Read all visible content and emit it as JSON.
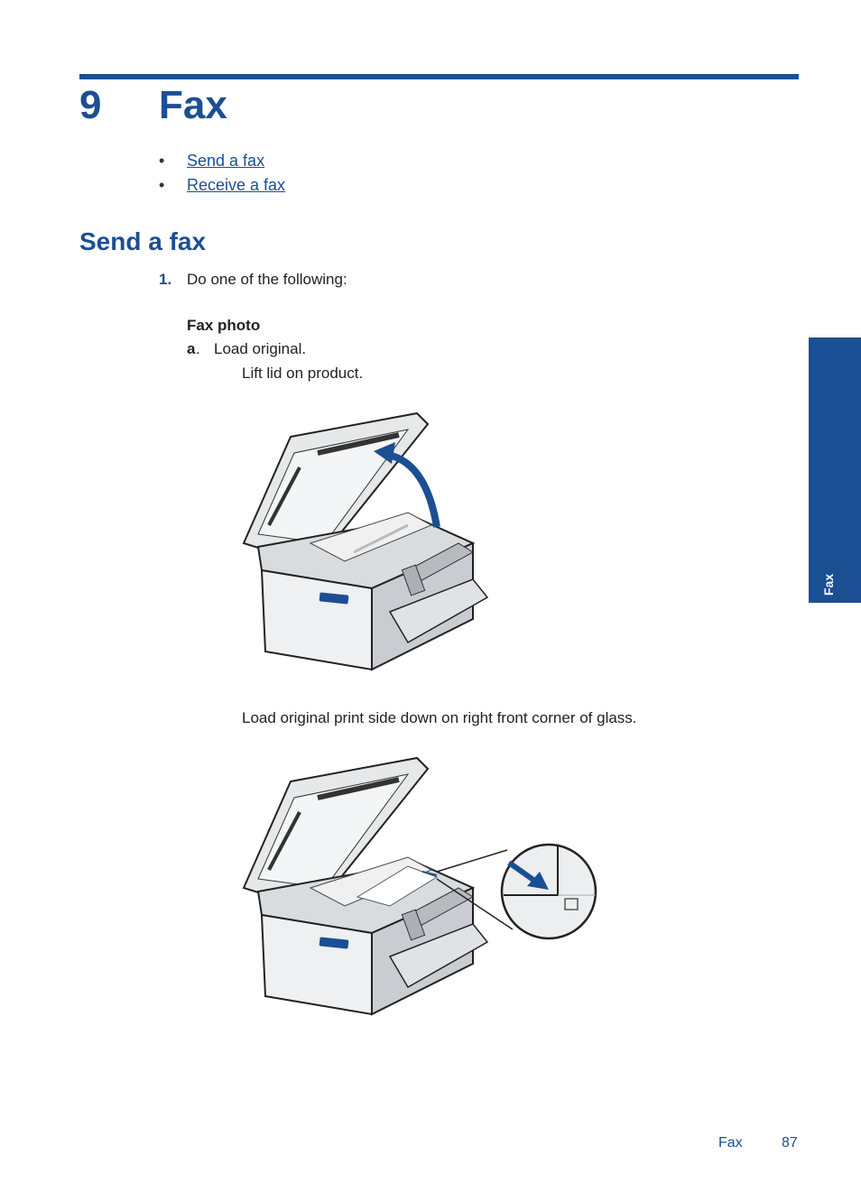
{
  "chapter": {
    "number": "9",
    "title": "Fax"
  },
  "toc": [
    {
      "bullet": "•",
      "label": "Send a fax"
    },
    {
      "bullet": "•",
      "label": "Receive a fax"
    }
  ],
  "section": {
    "title": "Send a fax",
    "step": {
      "number": "1.",
      "text": "Do one of the following:"
    },
    "subsection_title": "Fax photo",
    "item": {
      "letter": "a",
      "dot": ".",
      "text": "Load original."
    },
    "note1": "Lift lid on product.",
    "note2": "Load original print side down on right front corner of glass."
  },
  "side_tab": {
    "label": "Fax",
    "color": "#1b4f93"
  },
  "footer": {
    "label": "Fax",
    "page": "87"
  },
  "colors": {
    "accent": "#1b4f93"
  }
}
